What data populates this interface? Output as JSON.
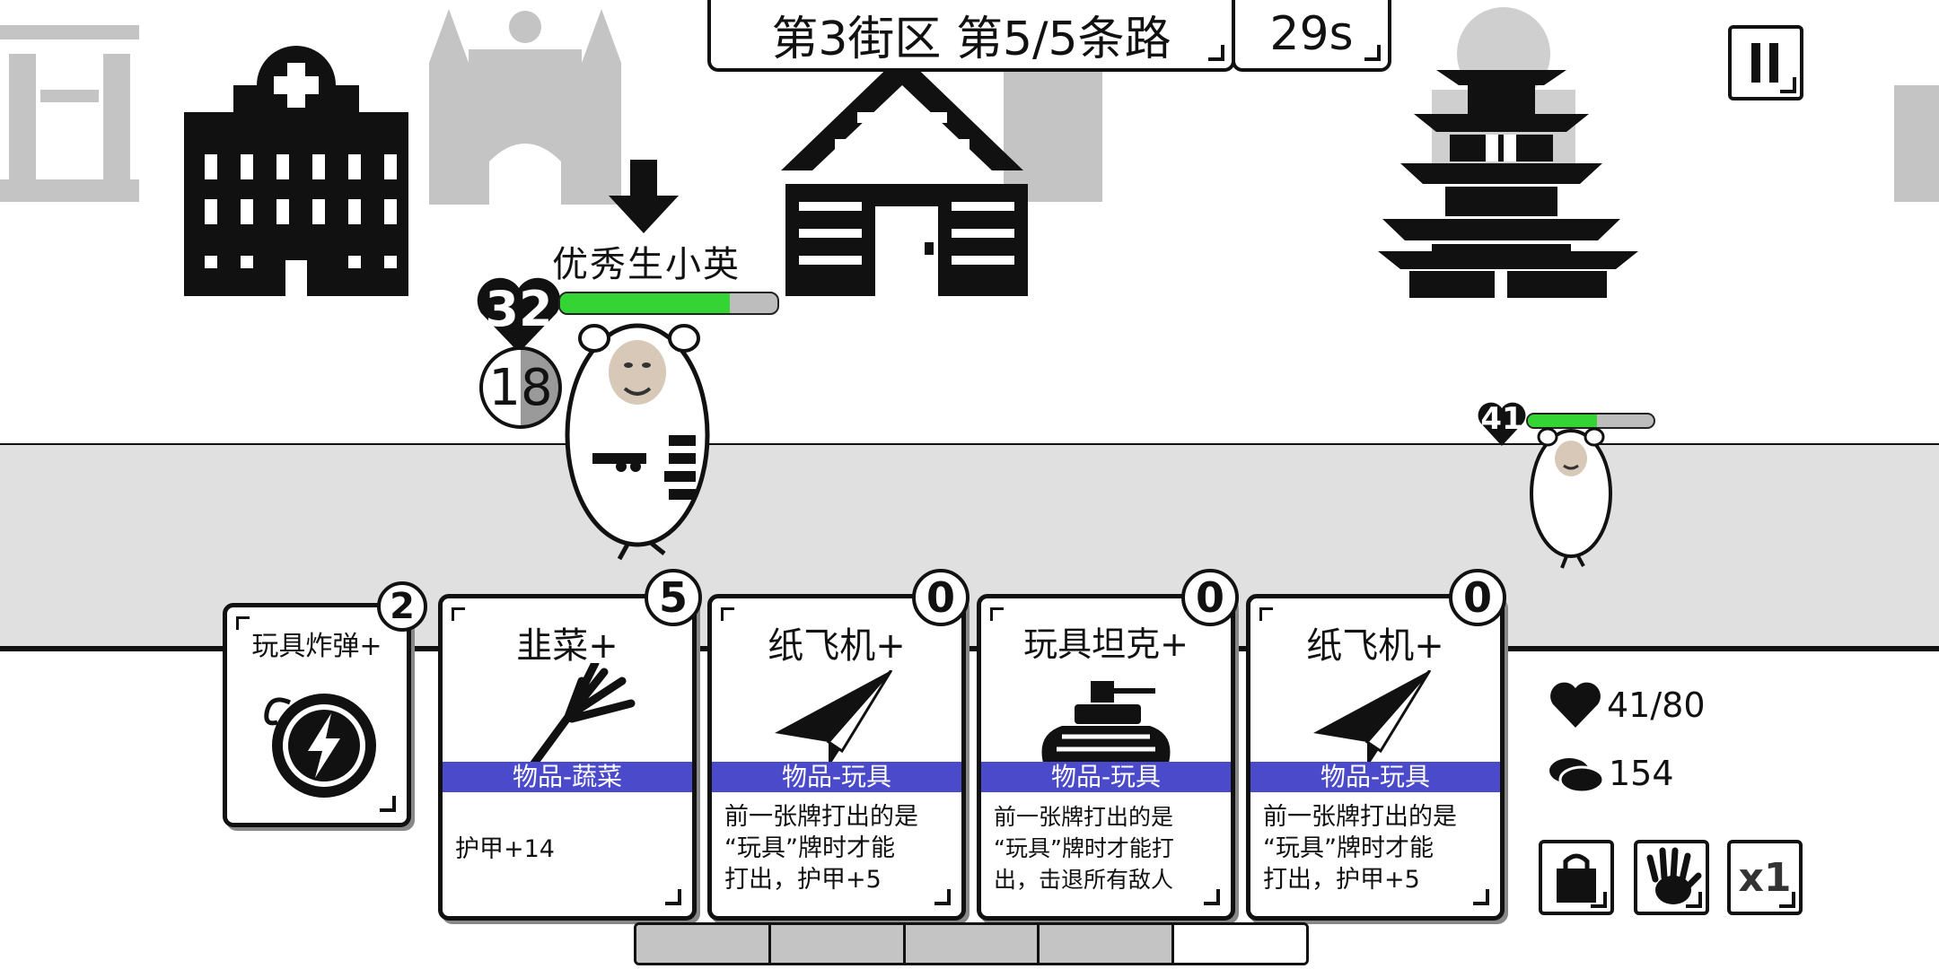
{
  "header": {
    "location": "第3街区 第5/5条路",
    "timer": "29s"
  },
  "enemy_main": {
    "name": "优秀生小英",
    "hp": "32",
    "hp_fraction": 0.78,
    "intent": "18"
  },
  "enemy_small": {
    "hp": "41",
    "hp_fraction": 0.55
  },
  "cards": [
    {
      "title": "玩具炸弹+",
      "cost": "2",
      "icon": "bomb-icon"
    },
    {
      "title": "韭菜+",
      "cost": "5",
      "tag": "物品-蔬菜",
      "desc": "护甲+14",
      "icon": "leek-icon"
    },
    {
      "title": "纸飞机+",
      "cost": "0",
      "tag": "物品-玩具",
      "desc": "前一张牌打出的是\n“玩具”牌时才能\n打出，护甲+5",
      "icon": "paper-plane-icon"
    },
    {
      "title": "玩具坦克+",
      "cost": "0",
      "tag": "物品-玩具",
      "desc": "前一张牌打出的是\n“玩具”牌时才能打\n出，击退所有敌人",
      "icon": "tank-icon"
    },
    {
      "title": "纸飞机+",
      "cost": "0",
      "tag": "物品-玩具",
      "desc": "前一张牌打出的是\n“玩具”牌时才能\n打出，护甲+5",
      "icon": "paper-plane-icon"
    }
  ],
  "player": {
    "hp": "41/80",
    "coins": "154"
  },
  "controls": {
    "speed": "x1",
    "pause_icon": "pause-icon",
    "bag_icon": "bag-icon",
    "hand_icon": "hand-icon"
  },
  "progress": {
    "total_segments": 5,
    "filled_segments": 4
  },
  "colors": {
    "tag_bg": "#4a4acb",
    "hp_green": "#33d433",
    "road": "#e0e0e0"
  }
}
